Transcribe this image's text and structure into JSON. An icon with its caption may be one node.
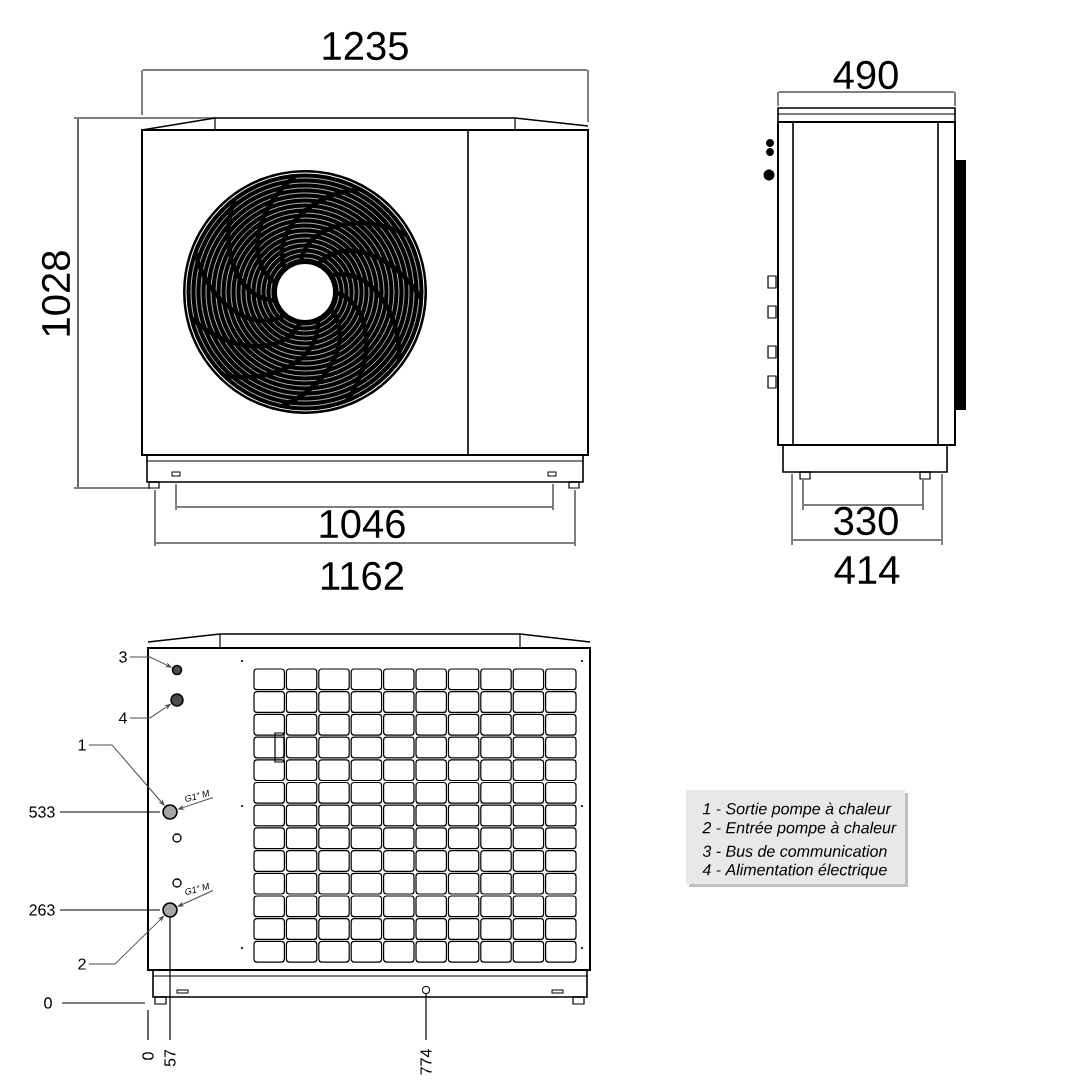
{
  "diagram": {
    "nodes": [
      {
        "text": [
          "3"
        ]
      },
      {
        "text": [
          "4"
        ]
      },
      {
        "text": [
          "1"
        ]
      },
      {
        "text": [
          "2"
        ]
      },
      {
        "text": [
          "G1\" M"
        ]
      },
      {
        "text": [
          "G1\" M"
        ]
      },
      {
        "text": [],
        "shape": "circle"
      },
      {
        "text": [],
        "shape": "circle"
      },
      {
        "text": [],
        "shape": "circle"
      },
      {
        "text": [],
        "shape": "circle"
      }
    ],
    "edges": [
      {
        "from": 0,
        "to": 6,
        "arrow": "to"
      },
      {
        "from": 1,
        "to": 7,
        "arrow": "to"
      },
      {
        "from": 2,
        "to": 8,
        "arrow": "to"
      },
      {
        "from": 3,
        "to": 9,
        "arrow": "to"
      },
      {
        "from": 4,
        "to": 8,
        "arrow": "to"
      },
      {
        "from": 5,
        "to": 9,
        "arrow": "to"
      }
    ],
    "labels": [
      "1235",
      "490",
      "1028",
      "1046",
      "330",
      "1162",
      "414",
      "533",
      "263",
      "0",
      "0",
      "57",
      "774",
      "1 - Sortie pompe à chaleur",
      "2 - Entrée pompe à chaleur",
      "3 - Bus de communication",
      "4 - Alimentation électrique"
    ]
  }
}
